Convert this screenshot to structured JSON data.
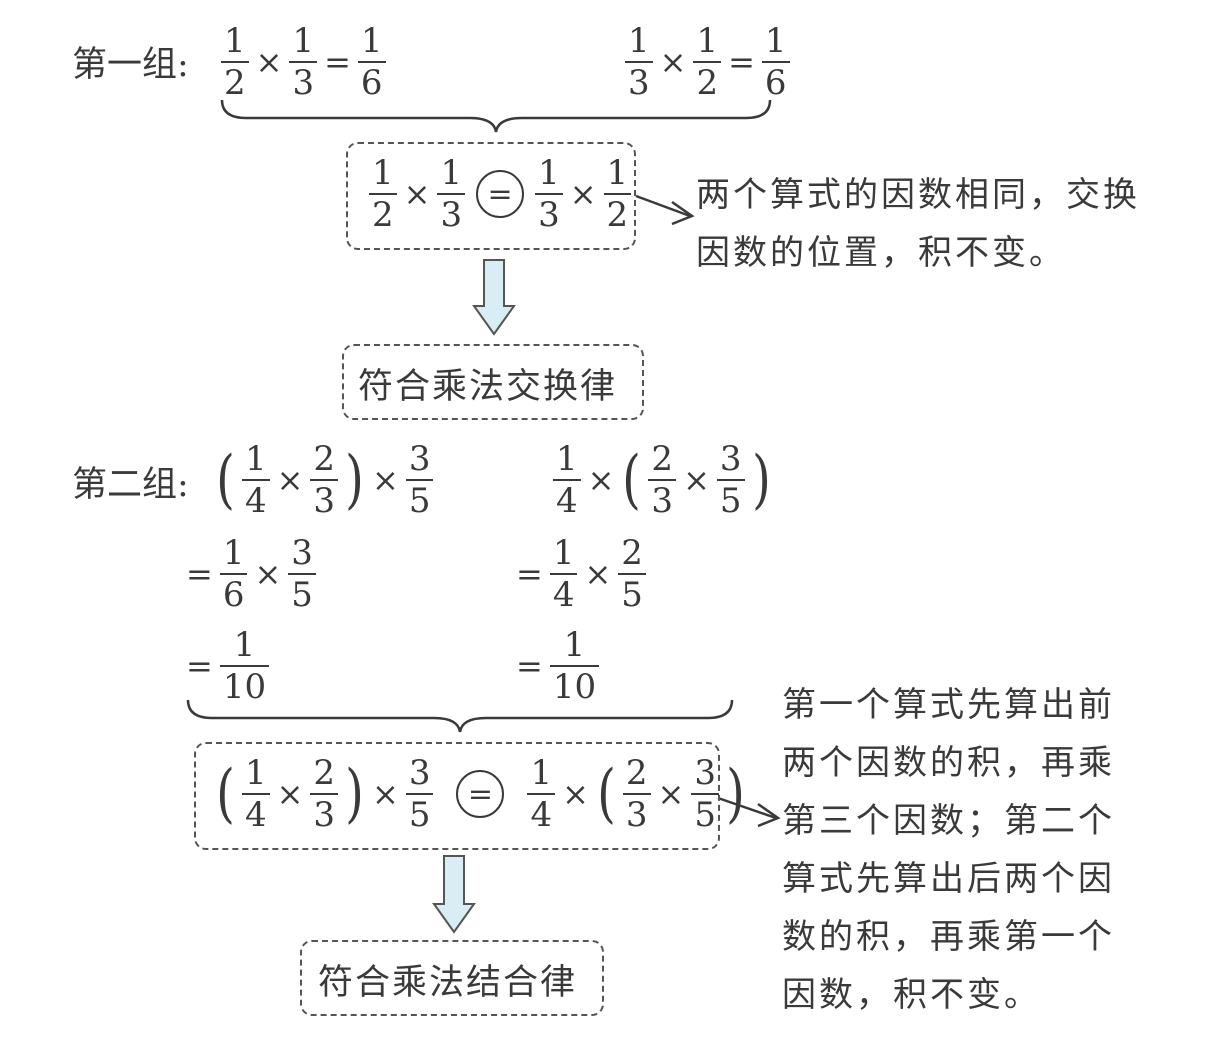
{
  "group1": {
    "label": "第一组:",
    "left": [
      {
        "n": "1",
        "d": "2"
      },
      {
        "op": "×"
      },
      {
        "n": "1",
        "d": "3"
      },
      {
        "op": "="
      },
      {
        "n": "1",
        "d": "6"
      }
    ],
    "right": [
      {
        "n": "1",
        "d": "3"
      },
      {
        "op": "×"
      },
      {
        "n": "1",
        "d": "2"
      },
      {
        "op": "="
      },
      {
        "n": "1",
        "d": "6"
      }
    ],
    "box_left": [
      {
        "n": "1",
        "d": "2"
      },
      {
        "op": "×"
      },
      {
        "n": "1",
        "d": "3"
      }
    ],
    "box_eq": "=",
    "box_right": [
      {
        "n": "1",
        "d": "3"
      },
      {
        "op": "×"
      },
      {
        "n": "1",
        "d": "2"
      }
    ],
    "note_lines": [
      "两个算式的因数相同，交换",
      "因数的位置，积不变。"
    ],
    "result": "符合乘法交换律"
  },
  "group2": {
    "label": "第二组:",
    "left_row1": [
      {
        "p": "("
      },
      {
        "n": "1",
        "d": "4"
      },
      {
        "op": "×"
      },
      {
        "n": "2",
        "d": "3"
      },
      {
        "p": ")"
      },
      {
        "op": "×"
      },
      {
        "n": "3",
        "d": "5"
      }
    ],
    "left_row2": [
      {
        "op": "="
      },
      {
        "n": "1",
        "d": "6"
      },
      {
        "op": "×"
      },
      {
        "n": "3",
        "d": "5"
      }
    ],
    "left_row3": [
      {
        "op": "="
      },
      {
        "n": "1",
        "d": "10"
      }
    ],
    "right_row1": [
      {
        "n": "1",
        "d": "4"
      },
      {
        "op": "×"
      },
      {
        "p": "("
      },
      {
        "n": "2",
        "d": "3"
      },
      {
        "op": "×"
      },
      {
        "n": "3",
        "d": "5"
      },
      {
        "p": ")"
      }
    ],
    "right_row2": [
      {
        "op": "="
      },
      {
        "n": "1",
        "d": "4"
      },
      {
        "op": "×"
      },
      {
        "n": "2",
        "d": "5"
      }
    ],
    "right_row3": [
      {
        "op": "="
      },
      {
        "n": "1",
        "d": "10"
      }
    ],
    "box_left": [
      {
        "p": "("
      },
      {
        "n": "1",
        "d": "4"
      },
      {
        "op": "×"
      },
      {
        "n": "2",
        "d": "3"
      },
      {
        "p": ")"
      },
      {
        "op": "×"
      },
      {
        "n": "3",
        "d": "5"
      }
    ],
    "box_eq": "=",
    "box_right": [
      {
        "n": "1",
        "d": "4"
      },
      {
        "op": "×"
      },
      {
        "p": "("
      },
      {
        "n": "2",
        "d": "3"
      },
      {
        "op": "×"
      },
      {
        "n": "3",
        "d": "5"
      },
      {
        "p": ")"
      }
    ],
    "note_lines": [
      "第一个算式先算出前",
      "两个因数的积，再乘",
      "第三个因数；第二个",
      "算式先算出后两个因",
      "数的积，再乘第一个",
      "因数，积不变。"
    ],
    "result": "符合乘法结合律"
  },
  "colors": {
    "text": "#3a3a3a",
    "arrow_fill": "#d8eef4",
    "arrow_stroke": "#555555"
  }
}
